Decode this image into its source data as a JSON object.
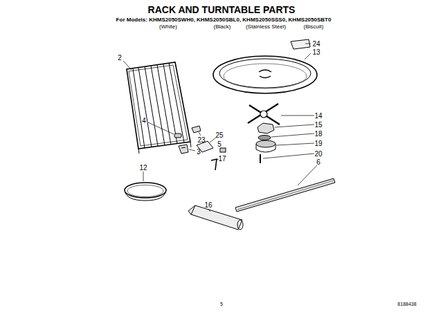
{
  "diagram": {
    "title": "RACK AND TURNTABLE PARTS",
    "labels": [
      "For Models: KHMS2050SWH0, KHMS2050SBL0, KHMS2050SSS0, KHMS2050SBT0",
      "(White)",
      "(Black)",
      "(Stainless Steel)",
      "(Biscuit)",
      "2",
      "24",
      "13",
      "23",
      "4",
      "3",
      "25",
      "5",
      "17",
      "14",
      "15",
      "18",
      "19",
      "20",
      "6",
      "12",
      "16",
      "5",
      "8188438"
    ]
  }
}
